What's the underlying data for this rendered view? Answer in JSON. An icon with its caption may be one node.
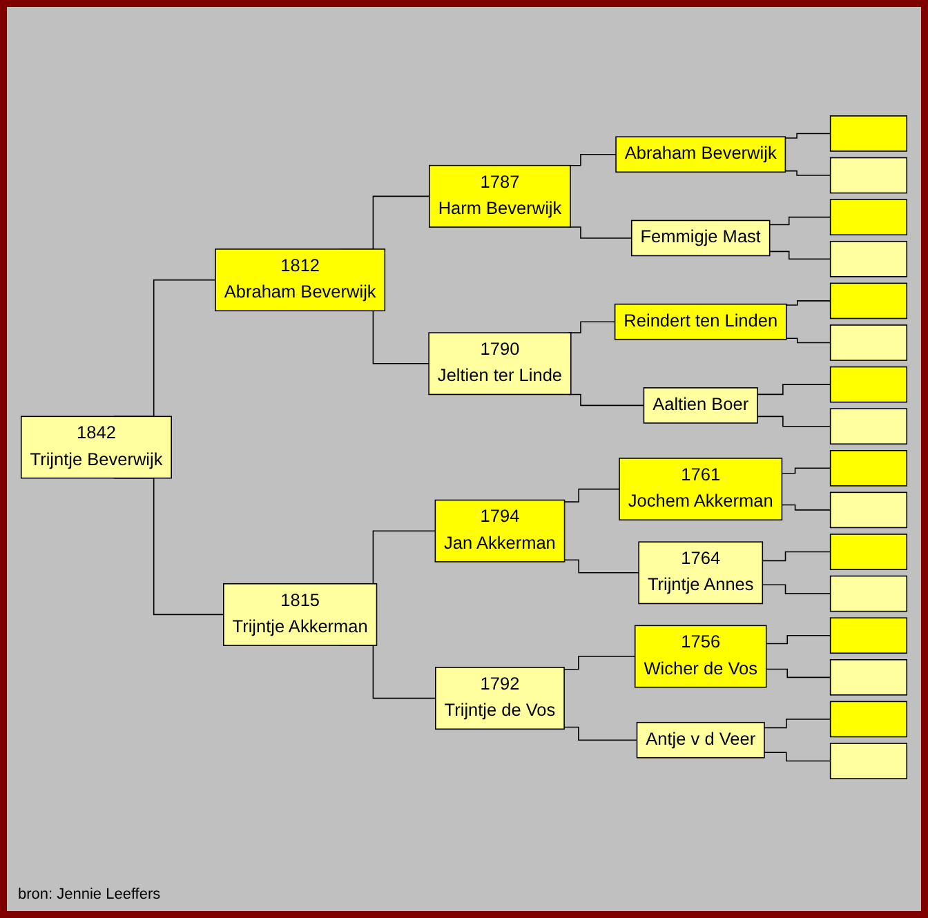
{
  "diagram": {
    "caption": "bron: Jennie Leeffers",
    "nodes": [
      {
        "text": [
          "1842",
          "Trijntje Beverwijk"
        ]
      },
      {
        "text": [
          "1812",
          "Abraham Beverwijk"
        ]
      },
      {
        "text": [
          "1815",
          "Trijntje Akkerman"
        ]
      },
      {
        "text": [
          "1787",
          "Harm Beverwijk"
        ]
      },
      {
        "text": [
          "1790",
          "Jeltien ter Linde"
        ]
      },
      {
        "text": [
          "1794",
          "Jan Akkerman"
        ]
      },
      {
        "text": [
          "1792",
          "Trijntje de Vos"
        ]
      },
      {
        "text": [
          "Abraham Beverwijk"
        ]
      },
      {
        "text": [
          "Femmigje Mast"
        ]
      },
      {
        "text": [
          "Reindert ten Linden"
        ]
      },
      {
        "text": [
          "Aaltien Boer"
        ]
      },
      {
        "text": [
          "1761",
          "Jochem Akkerman"
        ]
      },
      {
        "text": [
          "1764",
          "Trijntje Annes"
        ]
      },
      {
        "text": [
          "1756",
          "Wicher de Vos"
        ]
      },
      {
        "text": [
          "Antje v d Veer"
        ]
      },
      {
        "text": [],
        "shape": "box"
      },
      {
        "text": [],
        "shape": "box"
      },
      {
        "text": [],
        "shape": "box"
      },
      {
        "text": [],
        "shape": "box"
      },
      {
        "text": [],
        "shape": "box"
      },
      {
        "text": [],
        "shape": "box"
      },
      {
        "text": [],
        "shape": "box"
      },
      {
        "text": [],
        "shape": "box"
      },
      {
        "text": [],
        "shape": "box"
      },
      {
        "text": [],
        "shape": "box"
      },
      {
        "text": [],
        "shape": "box"
      },
      {
        "text": [],
        "shape": "box"
      },
      {
        "text": [],
        "shape": "box"
      },
      {
        "text": [],
        "shape": "box"
      },
      {
        "text": [],
        "shape": "box"
      },
      {
        "text": [],
        "shape": "box"
      }
    ],
    "edges": [
      {
        "from": 0,
        "to": 1,
        "arrow": "none"
      },
      {
        "from": 0,
        "to": 2,
        "arrow": "none"
      },
      {
        "from": 1,
        "to": 3,
        "arrow": "none"
      },
      {
        "from": 1,
        "to": 4,
        "arrow": "none"
      },
      {
        "from": 2,
        "to": 5,
        "arrow": "none"
      },
      {
        "from": 2,
        "to": 6,
        "arrow": "none"
      },
      {
        "from": 3,
        "to": 7,
        "arrow": "none"
      },
      {
        "from": 3,
        "to": 8,
        "arrow": "none"
      },
      {
        "from": 4,
        "to": 9,
        "arrow": "none"
      },
      {
        "from": 4,
        "to": 10,
        "arrow": "none"
      },
      {
        "from": 5,
        "to": 11,
        "arrow": "none"
      },
      {
        "from": 5,
        "to": 12,
        "arrow": "none"
      },
      {
        "from": 6,
        "to": 13,
        "arrow": "none"
      },
      {
        "from": 6,
        "to": 14,
        "arrow": "none"
      },
      {
        "from": 7,
        "to": 15,
        "arrow": "none"
      },
      {
        "from": 7,
        "to": 16,
        "arrow": "none"
      },
      {
        "from": 8,
        "to": 17,
        "arrow": "none"
      },
      {
        "from": 8,
        "to": 18,
        "arrow": "none"
      },
      {
        "from": 9,
        "to": 19,
        "arrow": "none"
      },
      {
        "from": 9,
        "to": 20,
        "arrow": "none"
      },
      {
        "from": 10,
        "to": 21,
        "arrow": "none"
      },
      {
        "from": 10,
        "to": 22,
        "arrow": "none"
      },
      {
        "from": 11,
        "to": 23,
        "arrow": "none"
      },
      {
        "from": 11,
        "to": 24,
        "arrow": "none"
      },
      {
        "from": 12,
        "to": 25,
        "arrow": "none"
      },
      {
        "from": 12,
        "to": 26,
        "arrow": "none"
      },
      {
        "from": 13,
        "to": 27,
        "arrow": "none"
      },
      {
        "from": 13,
        "to": 28,
        "arrow": "none"
      },
      {
        "from": 14,
        "to": 29,
        "arrow": "none"
      },
      {
        "from": 14,
        "to": 30,
        "arrow": "none"
      }
    ]
  }
}
